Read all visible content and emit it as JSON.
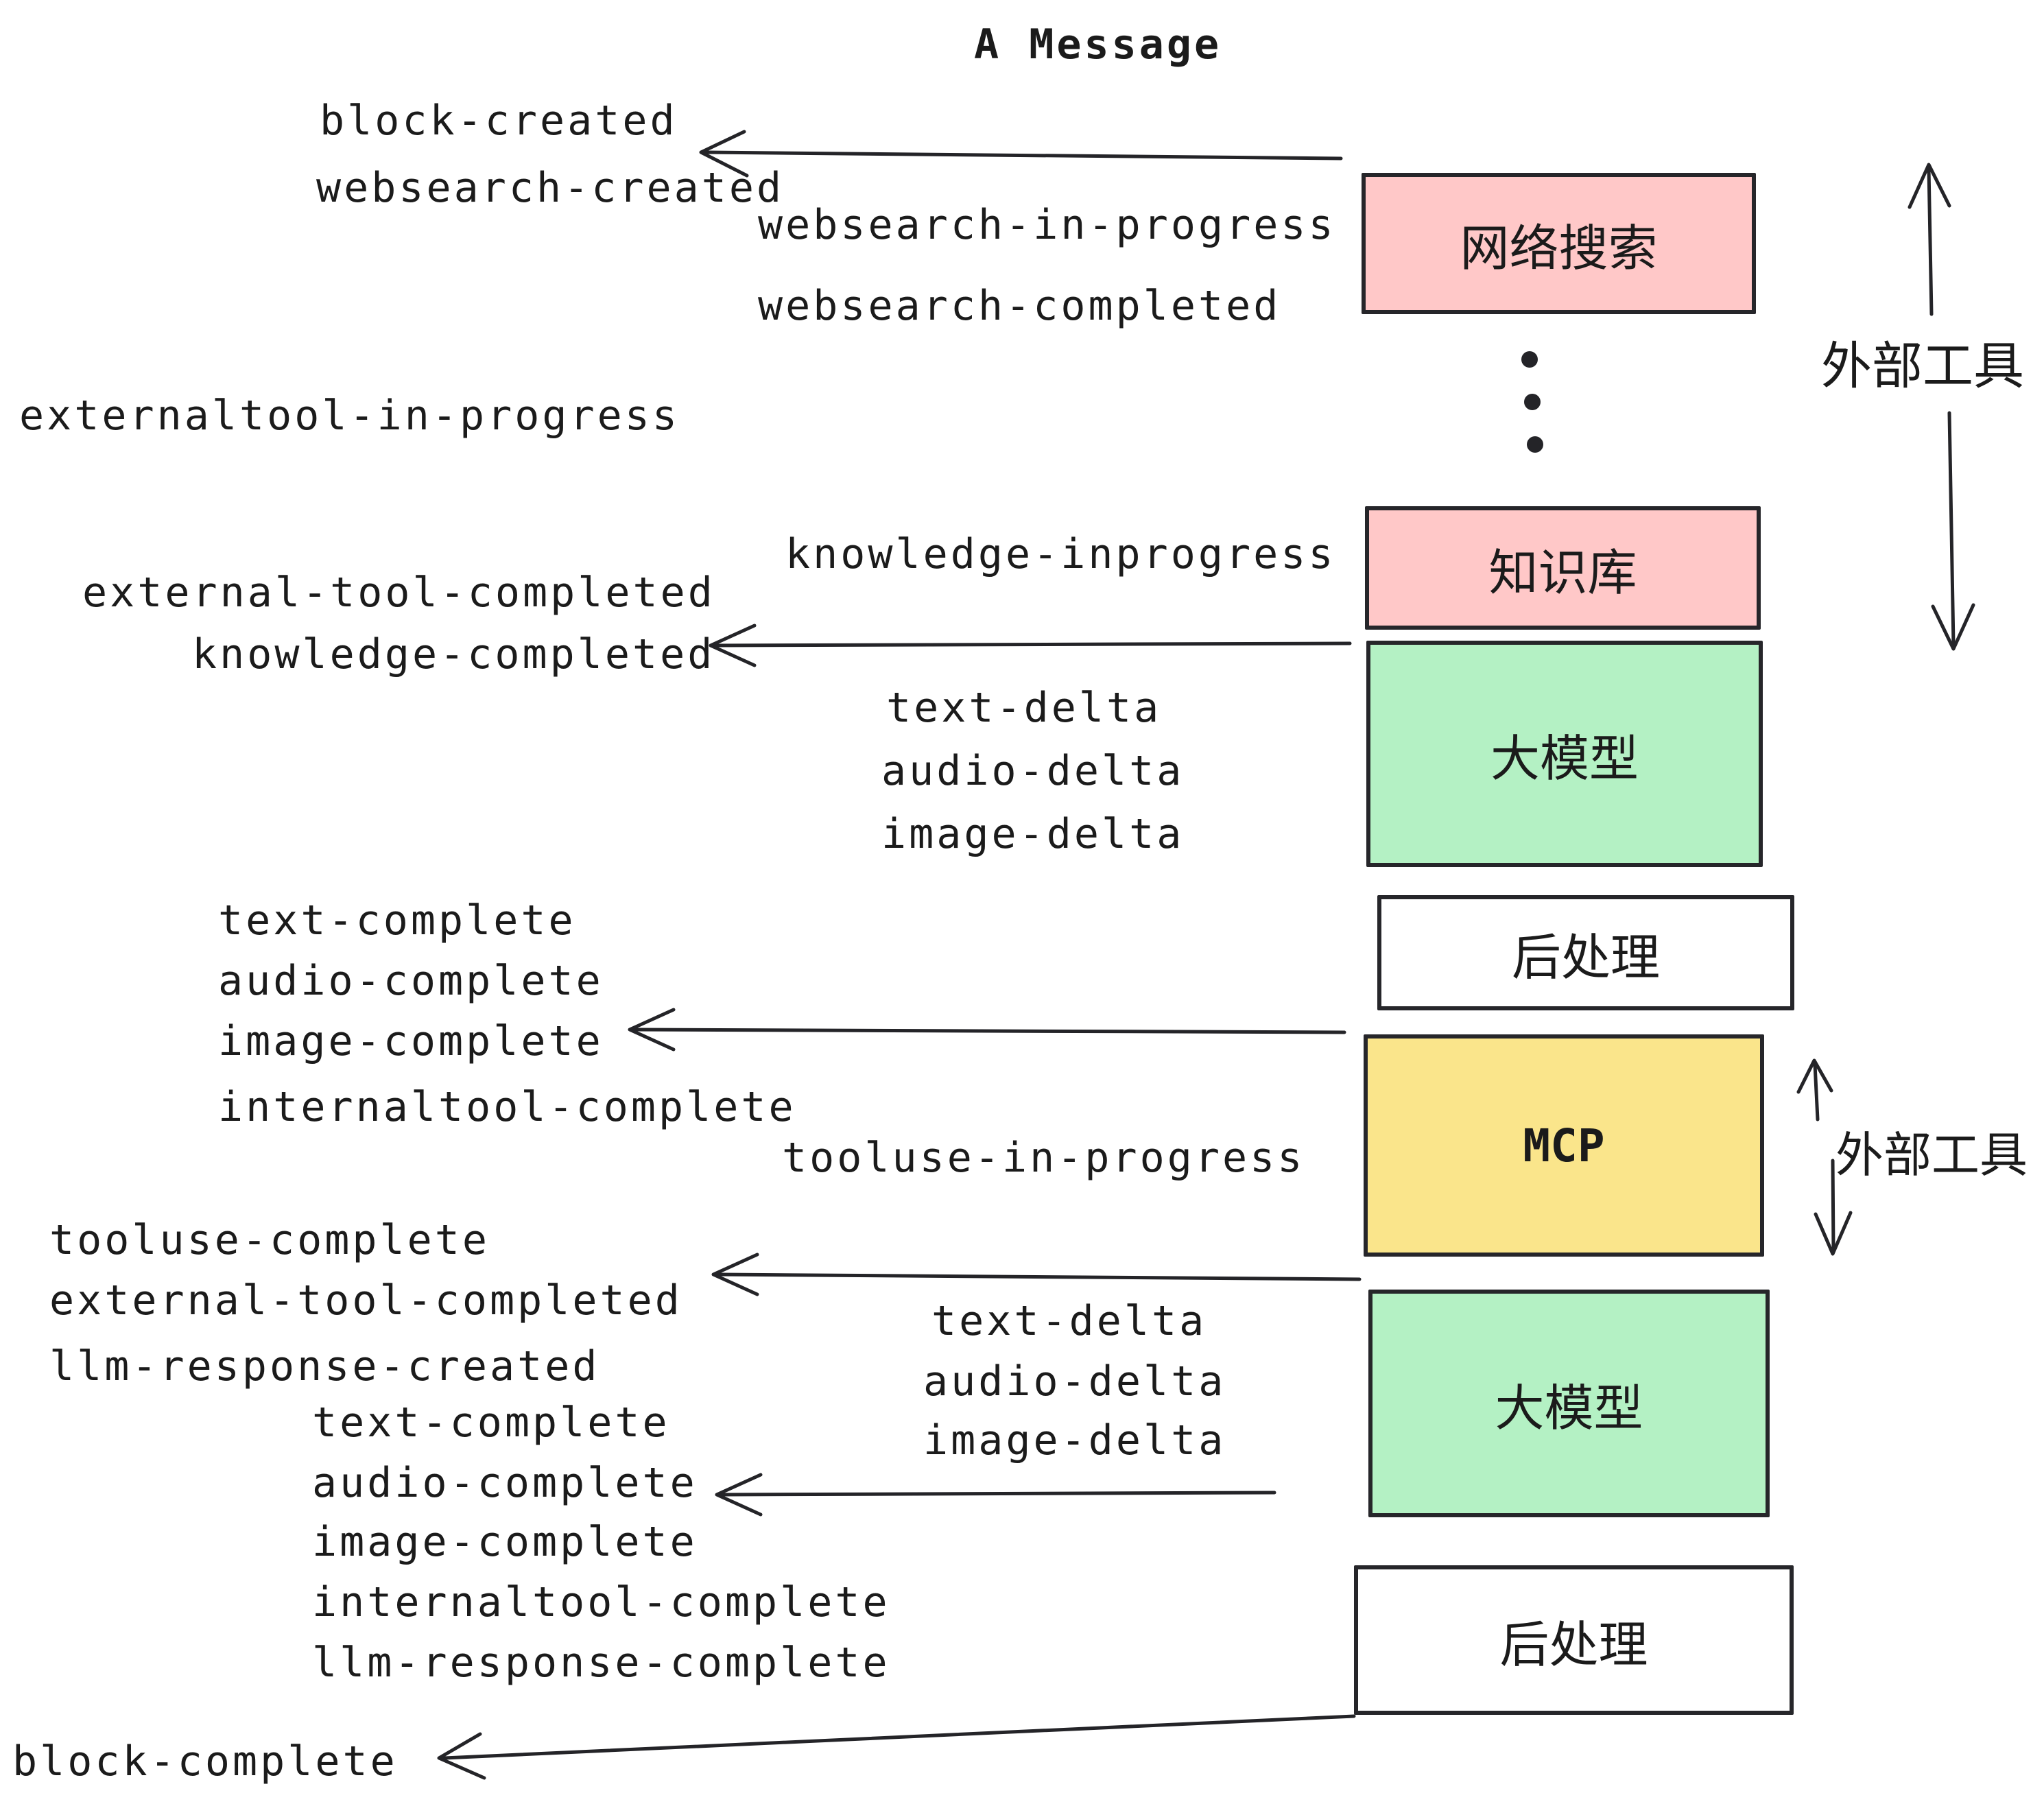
{
  "title": "A Message",
  "nodes": [
    {
      "id": "websearch",
      "label": "网络搜索",
      "color": "#ffc8c8"
    },
    {
      "id": "knowledge",
      "label": "知识库",
      "color": "#ffc8c8"
    },
    {
      "id": "llm-1",
      "label": "大模型",
      "color": "#b4f1c4"
    },
    {
      "id": "post-1",
      "label": "后处理",
      "color": "#ffffff"
    },
    {
      "id": "mcp",
      "label": "MCP",
      "color": "#fae58b"
    },
    {
      "id": "llm-2",
      "label": "大模型",
      "color": "#b4f1c4"
    },
    {
      "id": "post-2",
      "label": "后处理",
      "color": "#ffffff"
    }
  ],
  "side_labels": [
    {
      "label": "外部工具"
    },
    {
      "label": "外部工具"
    }
  ],
  "events": [
    {
      "text": "block-created"
    },
    {
      "text": "websearch-created"
    },
    {
      "text": "websearch-in-progress"
    },
    {
      "text": "websearch-completed"
    },
    {
      "text": "externaltool-in-progress"
    },
    {
      "text": "knowledge-inprogress"
    },
    {
      "text": "external-tool-completed"
    },
    {
      "text": "knowledge-completed"
    },
    {
      "text": "text-delta"
    },
    {
      "text": "audio-delta"
    },
    {
      "text": "image-delta"
    },
    {
      "text": "text-complete"
    },
    {
      "text": "audio-complete"
    },
    {
      "text": "image-complete"
    },
    {
      "text": "internaltool-complete"
    },
    {
      "text": "tooluse-in-progress"
    },
    {
      "text": "tooluse-complete"
    },
    {
      "text": "external-tool-completed"
    },
    {
      "text": "llm-response-created"
    },
    {
      "text": "text-delta"
    },
    {
      "text": "audio-delta"
    },
    {
      "text": "image-delta"
    },
    {
      "text": "text-complete"
    },
    {
      "text": "audio-complete"
    },
    {
      "text": "image-complete"
    },
    {
      "text": "internaltool-complete"
    },
    {
      "text": "llm-response-complete"
    },
    {
      "text": "block-complete"
    }
  ],
  "colors": {
    "background": "#ffffff",
    "ink": "#1b1b1b",
    "node_border": "#26262a",
    "pink": "#ffc8c8",
    "green": "#b4f1c4",
    "yellow": "#fae58b",
    "white": "#ffffff"
  }
}
